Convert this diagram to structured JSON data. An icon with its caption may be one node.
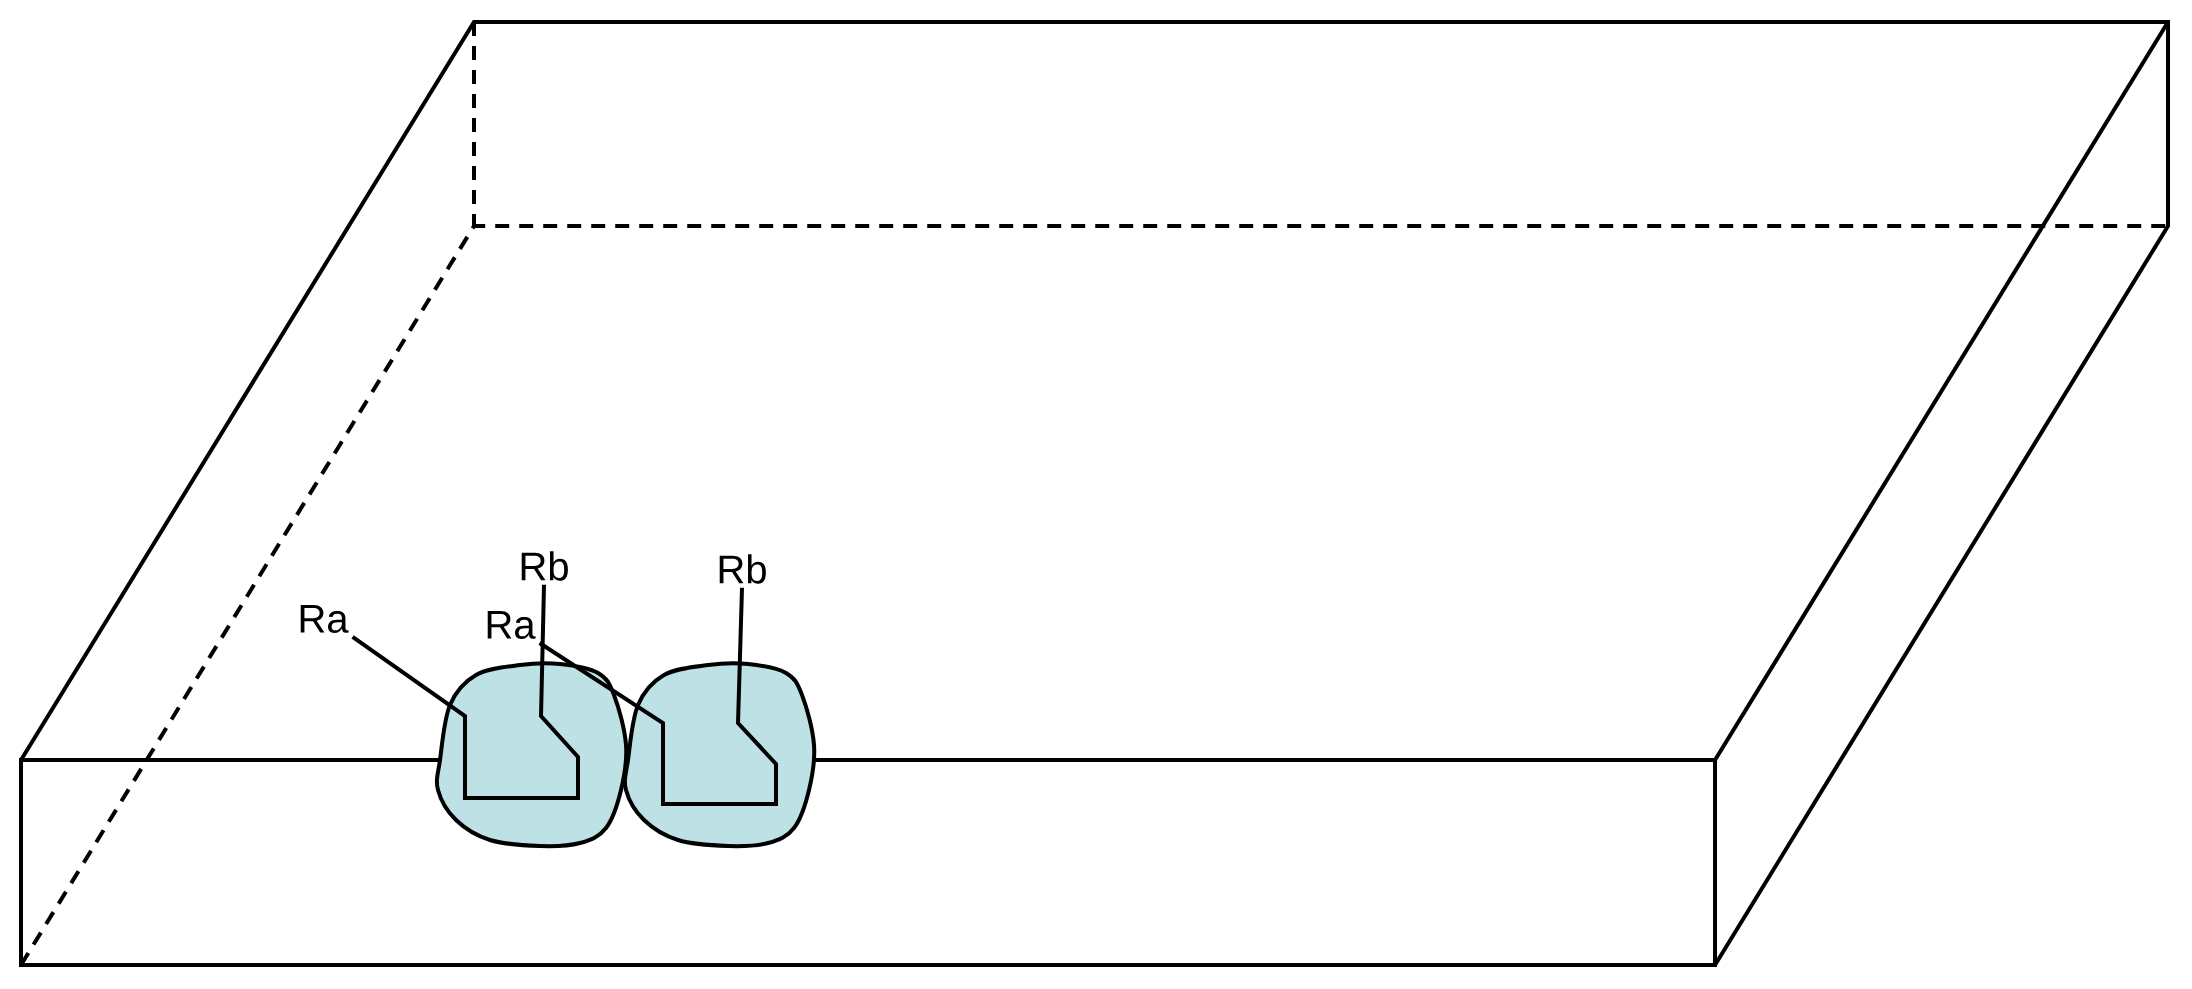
{
  "diagram": {
    "nodes": [
      {
        "text": [
          "Ra"
        ]
      },
      {
        "text": [
          "Rb"
        ]
      },
      {
        "text": [
          "Ra"
        ]
      },
      {
        "text": [
          "Rb"
        ]
      },
      {
        "text": [],
        "shape": "cloud"
      },
      {
        "text": [],
        "shape": "cloud"
      }
    ],
    "edges": [
      {
        "from": 0,
        "to": 1,
        "arrow": "none"
      },
      {
        "from": 2,
        "to": 3,
        "arrow": "none"
      }
    ]
  }
}
